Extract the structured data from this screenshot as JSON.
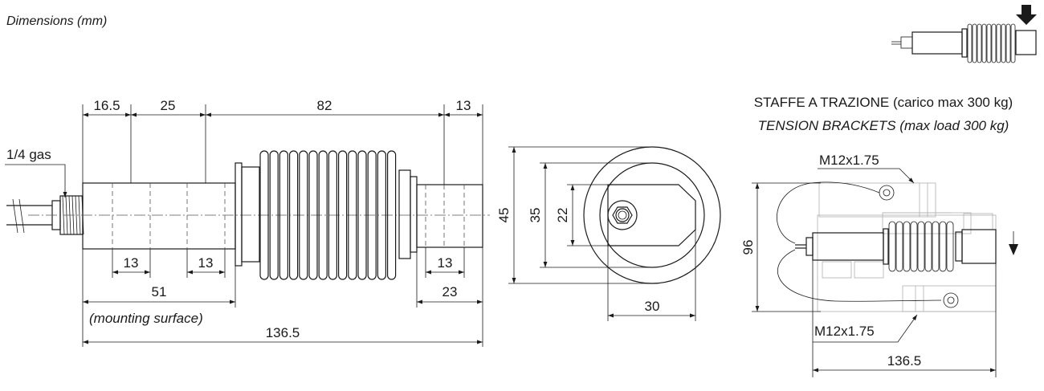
{
  "title": "Dimensions (mm)",
  "side_view": {
    "top_dims": [
      "16.5",
      "25",
      "82",
      "13"
    ],
    "thread_label": "1/4 gas",
    "hole_dims": [
      "13",
      "13",
      "13"
    ],
    "mounting_dim": "51",
    "mounting_label": "(mounting surface)",
    "right_dim": "23",
    "total_dim": "136.5"
  },
  "end_view": {
    "dims": [
      "45",
      "35",
      "22",
      "30"
    ]
  },
  "brackets": {
    "title_it": "STAFFE A TRAZIONE (carico max 300 kg)",
    "title_en": "TENSION BRACKETS (max load 300 kg)",
    "thread_top": "M12x1.75",
    "thread_bottom": "M12x1.75",
    "height_dim": "96",
    "width_dim": "136.5"
  },
  "colors": {
    "line": "#1a1a1a",
    "light": "#b0b0b0"
  },
  "icons": [
    "load-direction-arrow-icon",
    "load-cell-thumbnail-icon"
  ]
}
